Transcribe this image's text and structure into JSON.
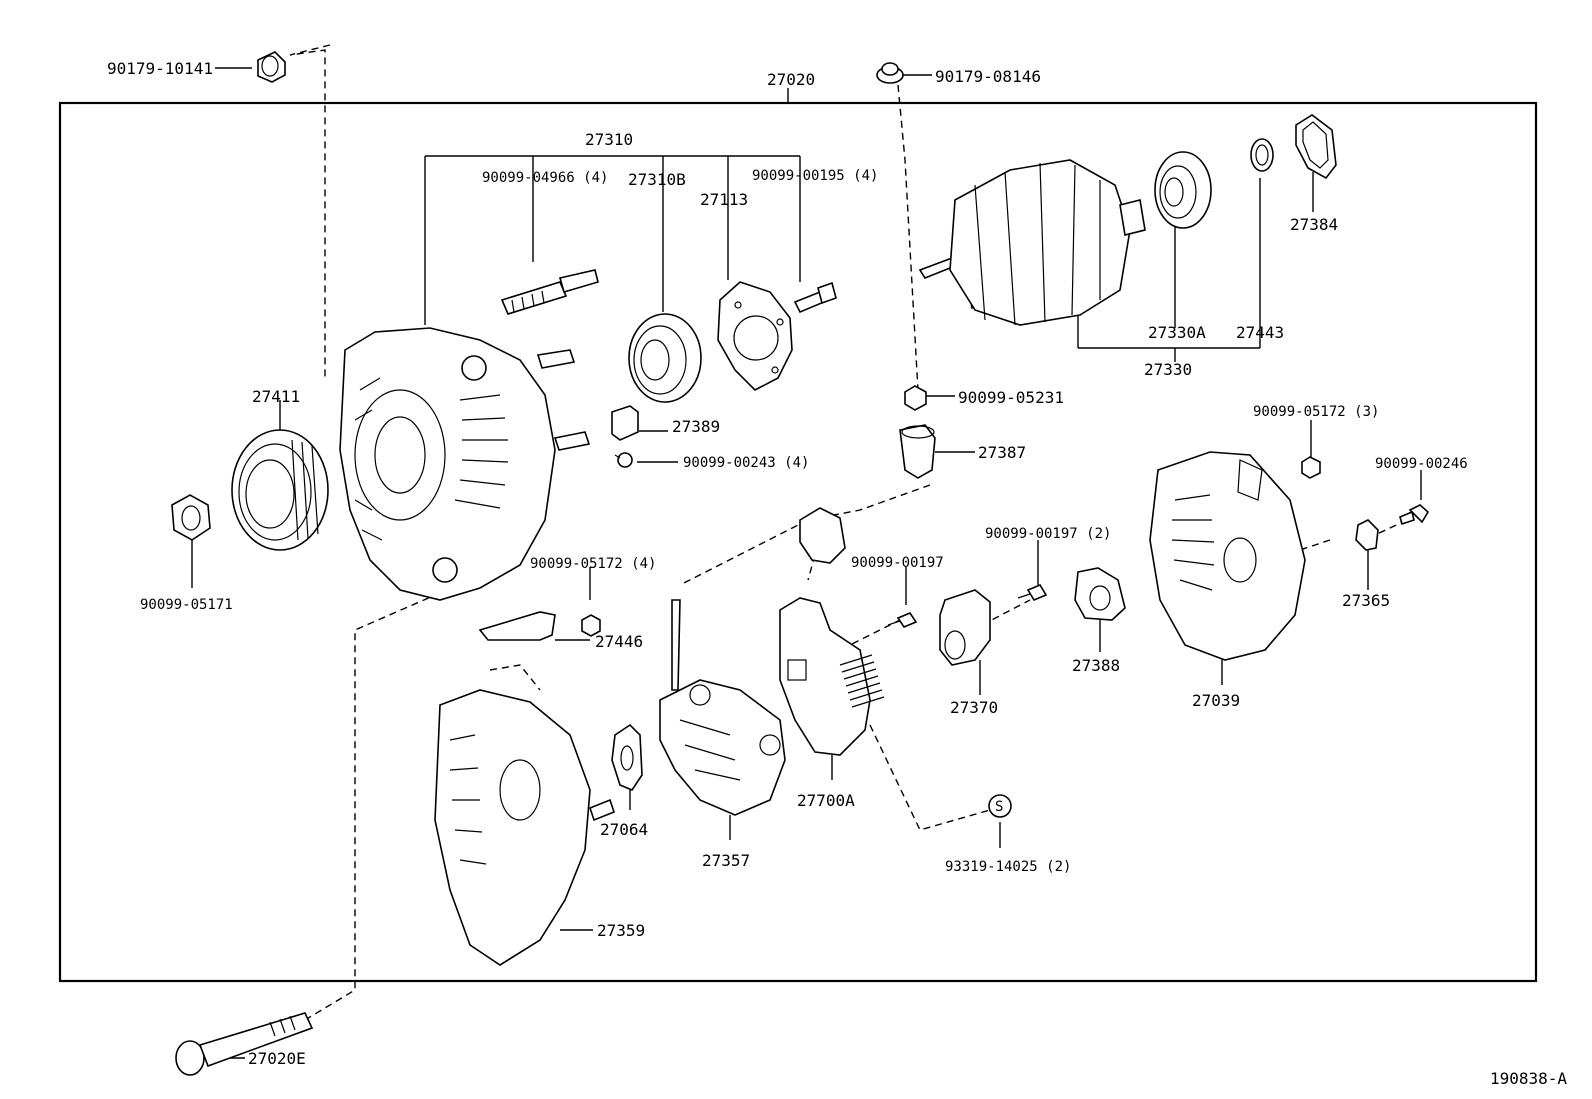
{
  "diagram_id": "190838-A",
  "assembly": "27020",
  "labels": {
    "p90179_10141": "90179-10141",
    "p27020": "27020",
    "p90179_08146": "90179-08146",
    "p27310": "27310",
    "p90099_04966": "90099-04966 (4)",
    "p27310B": "27310B",
    "p27113": "27113",
    "p90099_00195": "90099-00195 (4)",
    "p27384": "27384",
    "p27330A": "27330A",
    "p27443": "27443",
    "p27330": "27330",
    "p27411": "27411",
    "p90099_05231": "90099-05231",
    "p27389": "27389",
    "p90099_00243": "90099-00243 (4)",
    "p27387": "27387",
    "p90099_05172_3": "90099-05172 (3)",
    "p90099_00246": "90099-00246",
    "p90099_05171": "90099-05171",
    "p90099_05172_4": "90099-05172 (4)",
    "p90099_00197_2": "90099-00197 (2)",
    "p90099_00197": "90099-00197",
    "p27446": "27446",
    "p27365": "27365",
    "p27388": "27388",
    "p27370": "27370",
    "p27039": "27039",
    "p27064": "27064",
    "p27700A": "27700A",
    "p93319_14025": "93319-14025 (2)",
    "p27357": "27357",
    "p27359": "27359",
    "p27020E": "27020E",
    "symbol_s": "S"
  }
}
